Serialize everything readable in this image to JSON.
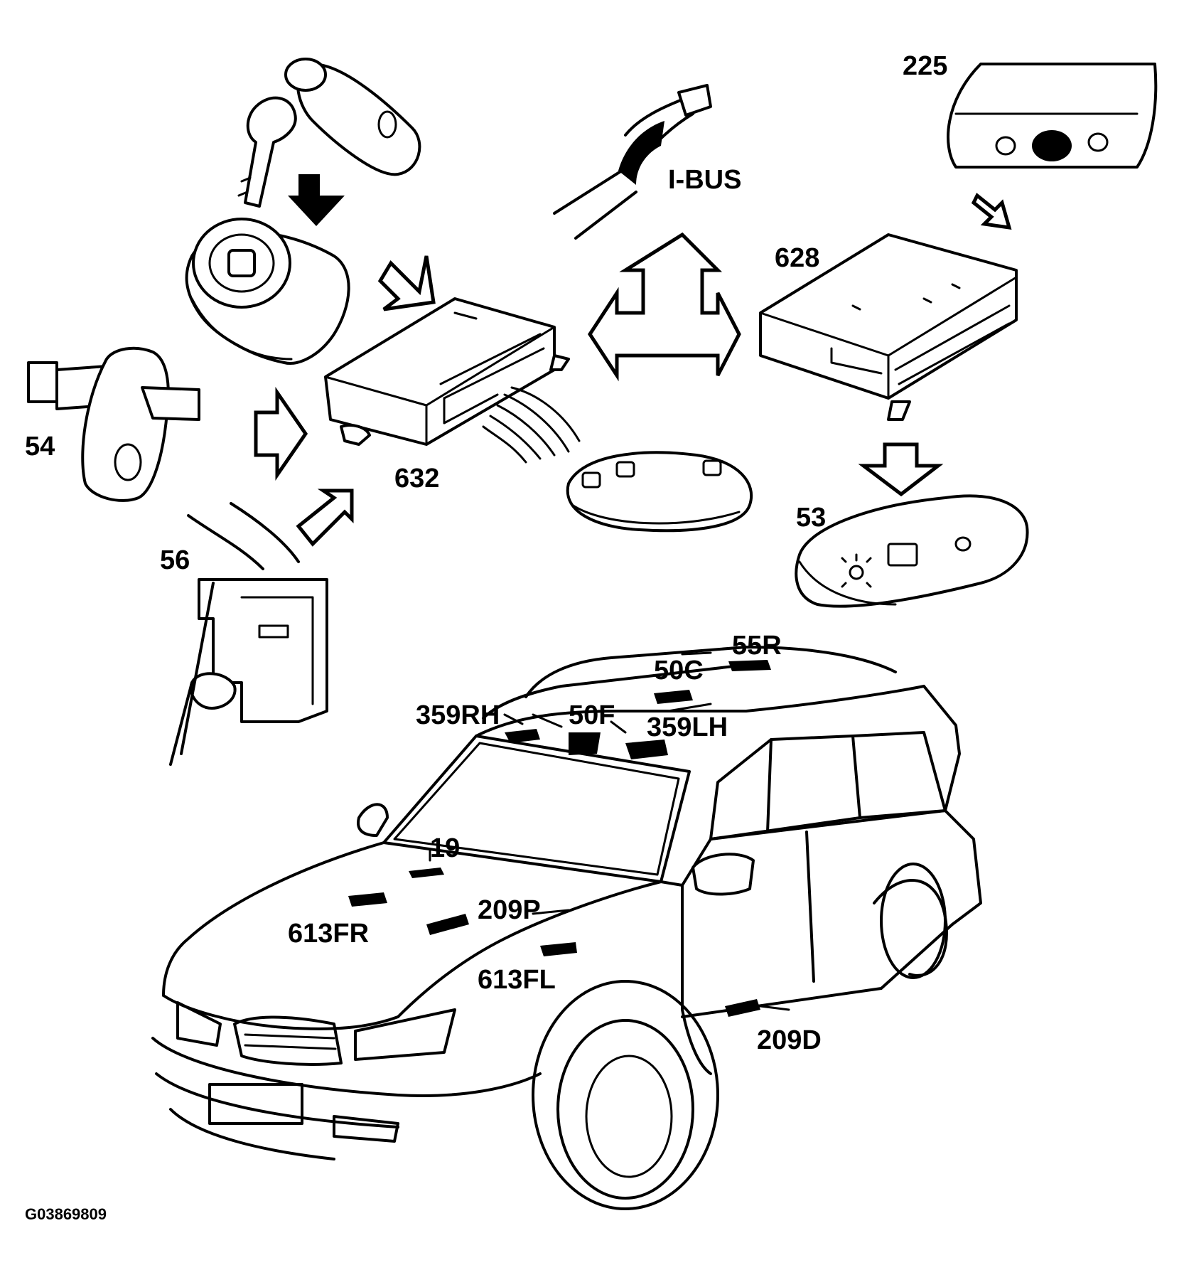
{
  "labels": {
    "ibus": "I-BUS",
    "c225": "225",
    "c628": "628",
    "c632": "632",
    "c54": "54",
    "c56": "56",
    "c53": "53",
    "c55r": "55R",
    "c50c": "50C",
    "c359rh": "359RH",
    "c50f": "50F",
    "c359lh": "359LH",
    "c19": "19",
    "c209p": "209P",
    "c613fr": "613FR",
    "c613fl": "613FL",
    "c209d": "209D"
  },
  "reference": "G03869809"
}
